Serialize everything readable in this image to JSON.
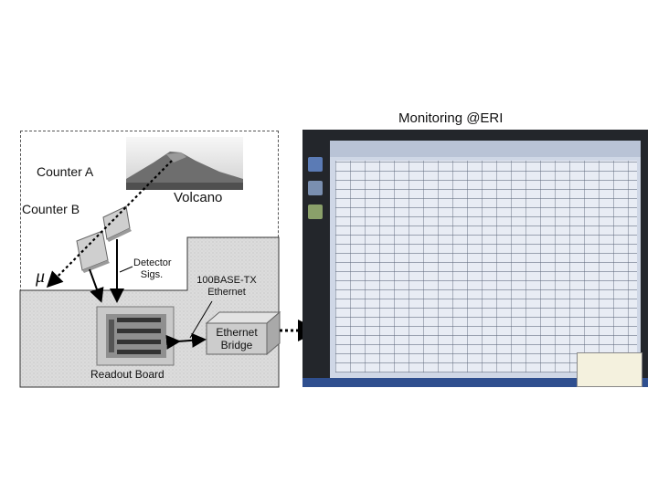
{
  "title": "Monitoring @ERI",
  "diagram": {
    "counter_a": "Counter A",
    "counter_b": "Counter B",
    "volcano": "Volcano",
    "muon": "μ",
    "detector_sigs_line1": "Detector",
    "detector_sigs_line2": "Sigs.",
    "ethernet_type_line1": "100BASE-TX",
    "ethernet_type_line2": "Ethernet",
    "readout_board": "Readout Board",
    "ethernet_bridge_line1": "Ethernet",
    "ethernet_bridge_line2": "Bridge"
  },
  "colors": {
    "ground_fill": "#d9d9d9",
    "bridge_fill": "#cccccc",
    "board_fill": "#b5b5b5",
    "mountain_fill": "#6e6e6e",
    "screen_bg": "#23262b"
  }
}
